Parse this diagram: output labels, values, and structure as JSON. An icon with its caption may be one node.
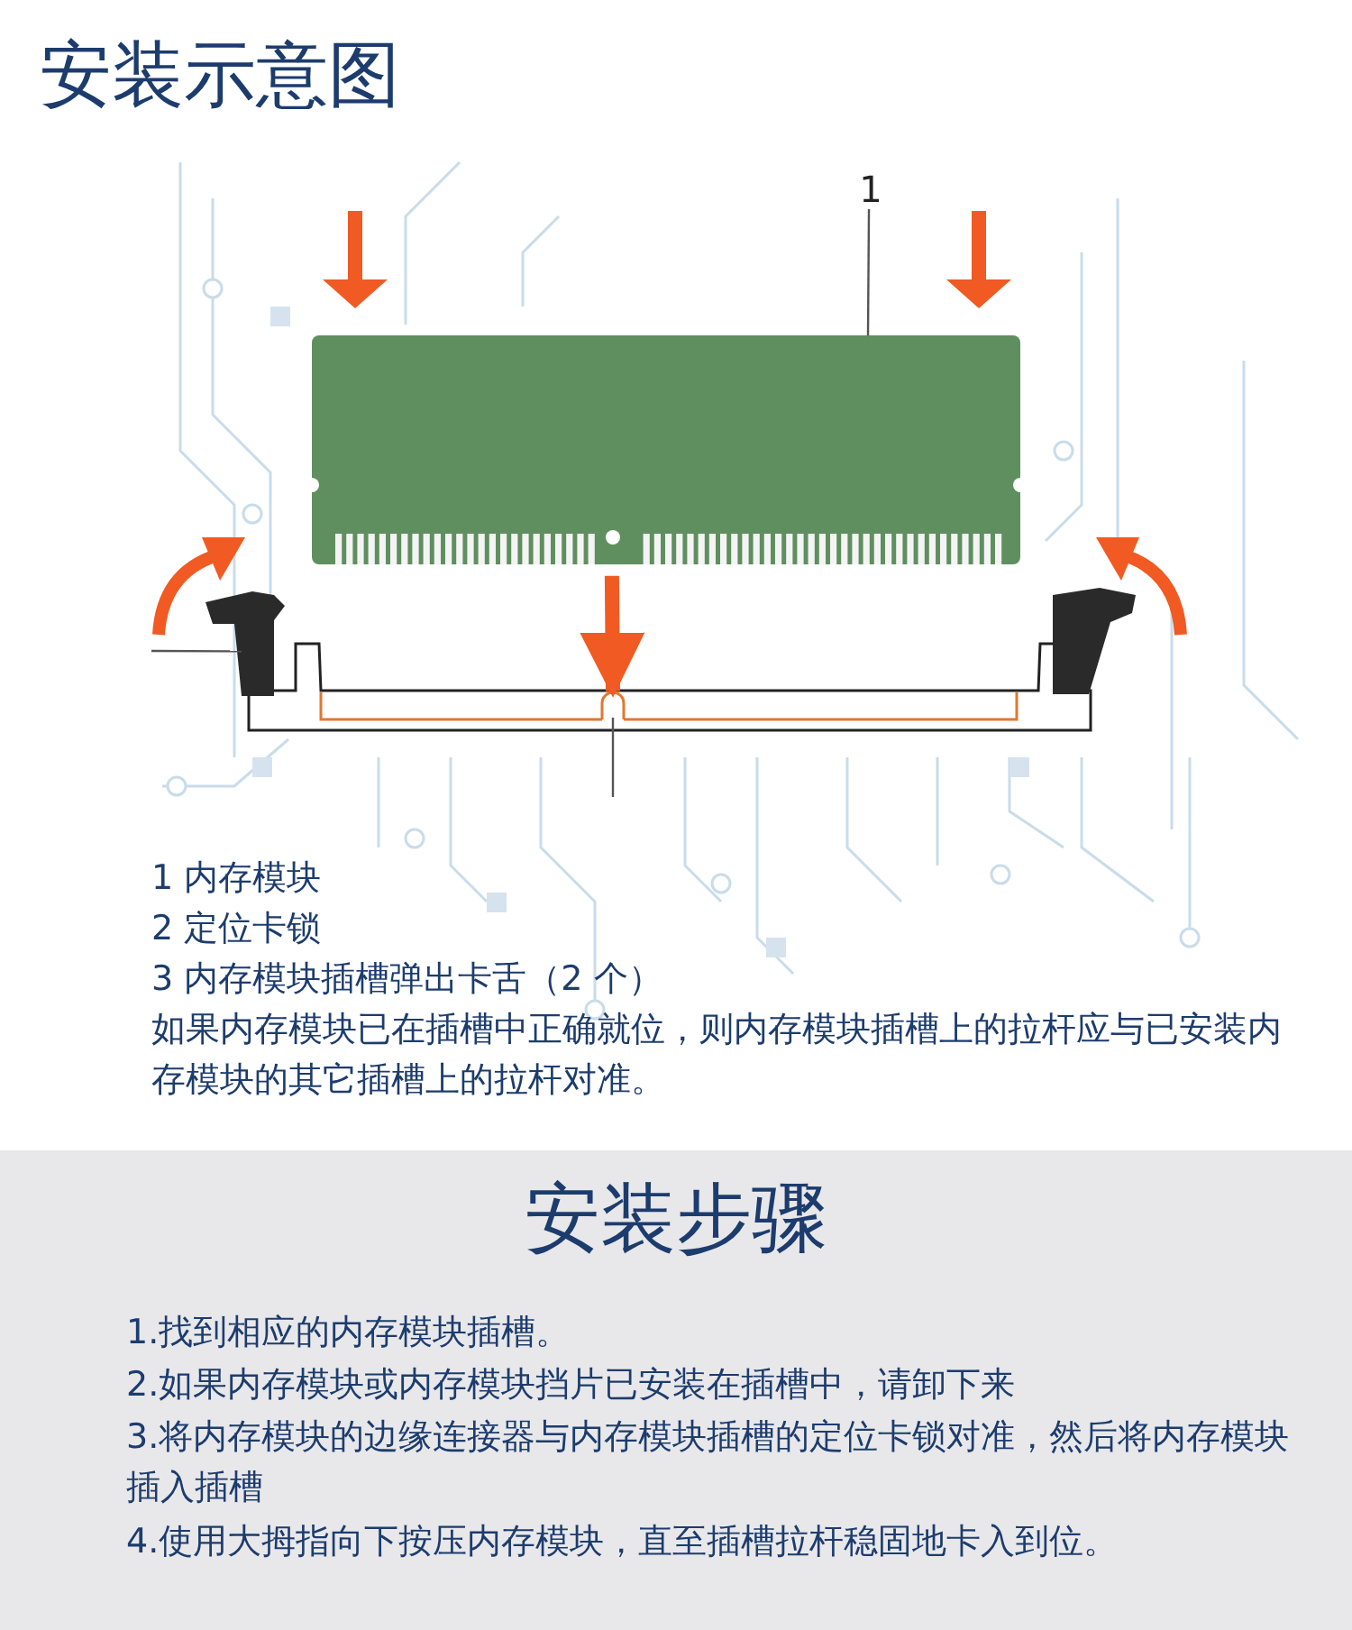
{
  "diagram": {
    "title": "安装示意图",
    "nodes": [
      {
        "text": [
          "1"
        ]
      },
      {
        "text": [],
        "shape": "picture"
      },
      {
        "text": [],
        "shape": "picture"
      },
      {
        "text": [],
        "shape": "picture"
      }
    ],
    "edges": [
      {
        "from": 0,
        "to": 1,
        "arrow": "none"
      },
      {
        "from": null,
        "to": 2,
        "arrow": "none"
      },
      {
        "from": 3,
        "to": null,
        "arrow": "none"
      },
      {
        "from": 1,
        "to": 3,
        "arrow": "to",
        "style": "thick",
        "color": "#f15a22"
      }
    ],
    "labels": [
      "1 内存模块",
      "2 定位卡锁",
      "3 内存模块插槽弹出卡舌（2 个）",
      "如果内存模块已在插槽中正确就位，则内存模块插槽上的拉杆应与已安装内存模块的其它插槽上的拉杆对准。",
      "安装步骤",
      "1.找到相应的内存模块插槽。",
      "2.如果内存模块或内存模块挡片已安装在插槽中，请卸下来",
      "3.将内存模块的边缘连接器与内存模块插槽的定位卡锁对准，然后将内存模块插入插槽",
      "4.使用大拇指向下按压内存模块，直至插槽拉杆稳固地卡入到位。"
    ]
  }
}
